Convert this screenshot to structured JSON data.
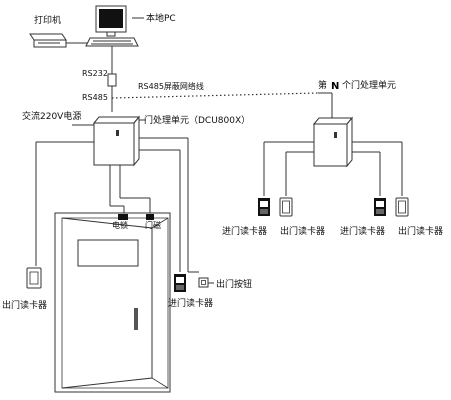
{
  "labels": {
    "printer": "打印机",
    "local_pc": "本地PC",
    "rs232": "RS232",
    "rs485": "RS485",
    "rs485_cable": "RS485屏蔽网络线",
    "nth_unit_prefix": "第",
    "nth_unit_n": "N",
    "nth_unit_suffix": "个门处理单元",
    "ac_power": "交流220V电源",
    "door_unit": "门处理单元（DCU800X）",
    "electric_lock": "电锁",
    "door_magnet": "门磁",
    "exit_reader_left": "出门读卡器",
    "entry_reader": "进门读卡器",
    "exit_button": "出门按钮",
    "right_entry_reader_1": "进门读卡器",
    "right_exit_reader_1": "出门读卡器",
    "right_entry_reader_2": "进门读卡器",
    "right_exit_reader_2": "出门读卡器"
  },
  "icons": {
    "printer": "printer-icon",
    "computer": "computer-icon",
    "converter": "converter-icon",
    "control_box": "control-box-icon",
    "card_reader": "card-reader-icon",
    "exit_button": "exit-button-icon",
    "door": "door-icon"
  },
  "colors": {
    "line": "#333333",
    "text": "#111111",
    "background": "#ffffff"
  }
}
